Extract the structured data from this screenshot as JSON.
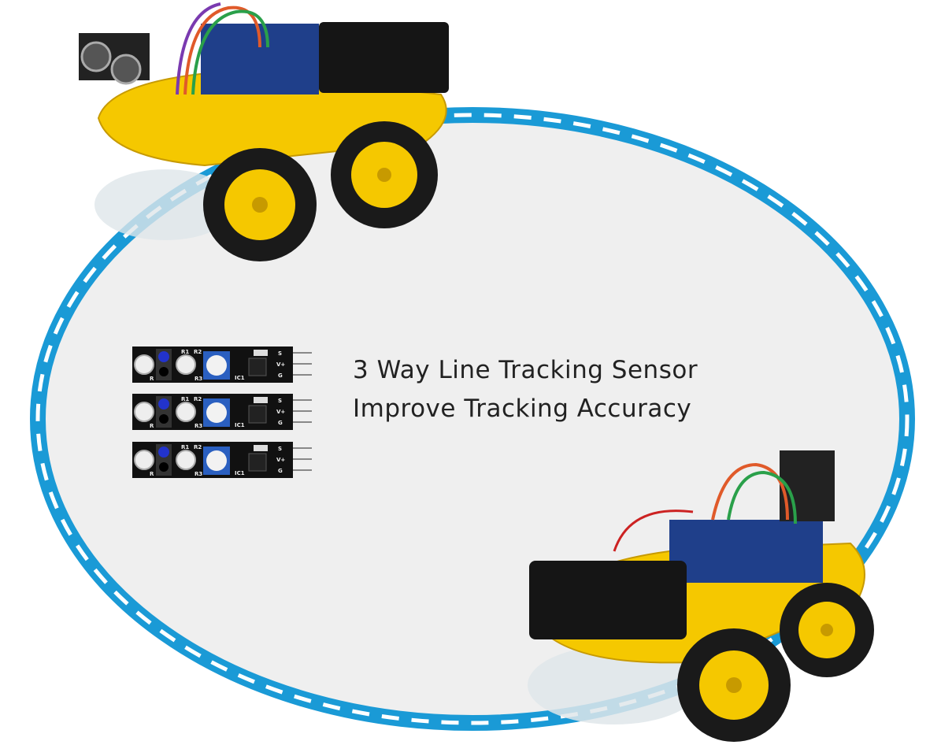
{
  "headline": {
    "line1": "3 Way Line Tracking Sensor",
    "line2": "Improve Tracking Accuracy"
  },
  "colors": {
    "track_blue": "#1a9ad6",
    "track_fill": "#efefef",
    "chassis_yellow": "#f5c800",
    "board_black": "#111111",
    "emitter_blue": "#2233cc"
  },
  "sensor_board_labels": [
    "R",
    "R1",
    "R2",
    "R3",
    "IC1",
    "S",
    "V+",
    "G"
  ]
}
